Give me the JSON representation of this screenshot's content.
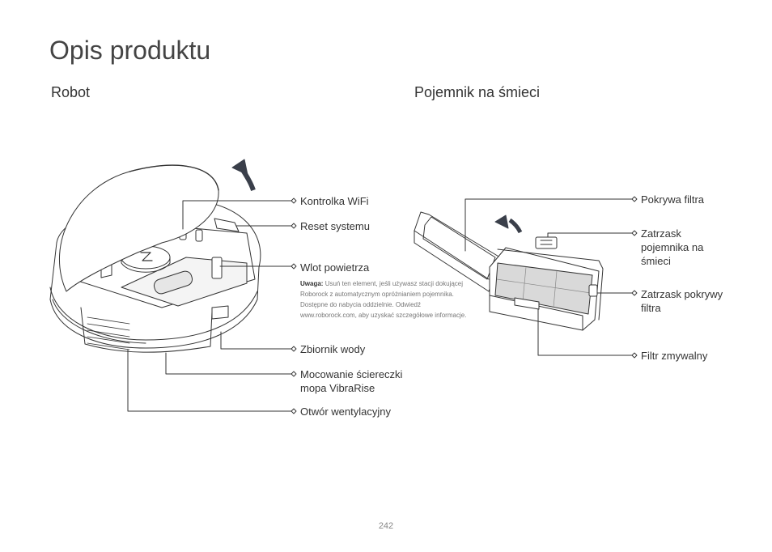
{
  "page": {
    "title": "Opis produktu",
    "page_number": "242"
  },
  "sections": {
    "robot": {
      "title": "Robot",
      "labels": {
        "wifi": "Kontrolka WiFi",
        "reset": "Reset systemu",
        "air_inlet": "Wlot powietrza",
        "note_prefix": "Uwaga:",
        "note_text": "Usuń ten element, jeśli używasz stacji dokującej Roborock z automatycznym opróżnianiem pojemnika. Dostępne do nabycia oddzielnie. Odwiedź www.roborock.com, aby uzyskać szczegółowe informacje.",
        "water_tank": "Zbiornik wody",
        "mop_mount_line1": "Mocowanie ściereczki",
        "mop_mount_line2": "mopa VibraRise",
        "vent": "Otwór wentylacyjny"
      }
    },
    "bin": {
      "title": "Pojemnik na śmieci",
      "labels": {
        "filter_cover": "Pokrywa filtra",
        "bin_latch_line1": "Zatrzask",
        "bin_latch_line2": "pojemnika na",
        "bin_latch_line3": "śmieci",
        "cover_latch_line1": "Zatrzask pokrywy",
        "cover_latch_line2": "filtra",
        "washable_filter": "Filtr zmywalny"
      }
    }
  },
  "colors": {
    "line": "#333333",
    "dark_arrow": "#3a3f4a",
    "filter_fill": "#d9d9d9"
  }
}
